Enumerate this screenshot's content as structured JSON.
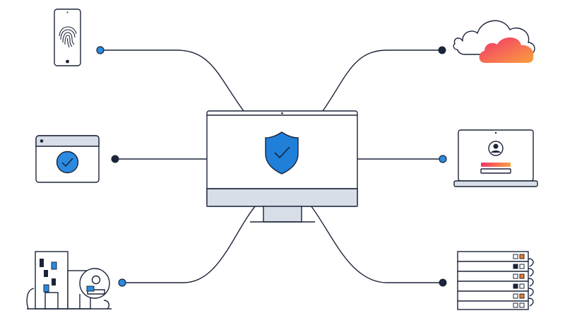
{
  "diagram": {
    "hub": {
      "icon": "monitor-shield-check-icon"
    },
    "nodes": [
      {
        "id": "phone",
        "icon": "smartphone-fingerprint-icon"
      },
      {
        "id": "browser",
        "icon": "browser-window-check-icon"
      },
      {
        "id": "office",
        "icon": "office-building-user-icon"
      },
      {
        "id": "cloud",
        "icon": "cloud-icon"
      },
      {
        "id": "laptop",
        "icon": "laptop-login-icon"
      },
      {
        "id": "servers",
        "icon": "server-rack-icon"
      }
    ],
    "colors": {
      "stroke": "#1b2438",
      "blue": "#1f7fd9",
      "blue_dot": "#2a8be0",
      "screen_fill": "#eef1f6",
      "base_fill": "#d8dee8",
      "shield_fill": "#1f7fd9",
      "cloud_gradient_start": "#f2346b",
      "cloud_gradient_end": "#f9a03f",
      "server_accent": "#f07a2a"
    }
  }
}
